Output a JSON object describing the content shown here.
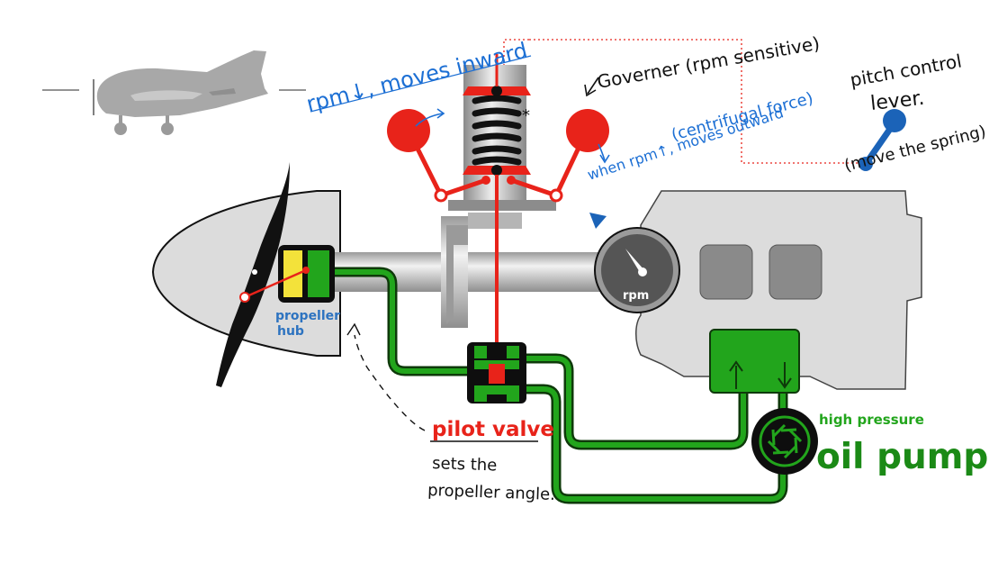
{
  "labels": {
    "propeller_hub_line1": "propeller",
    "propeller_hub_line2": "hub",
    "rpm_gauge": "rpm",
    "pilot_valve": "pilot valve",
    "pilot_valve_note_line1": "sets the",
    "pilot_valve_note_line2": "propeller angle.",
    "pump_line1": "high pressure",
    "pump_line2": "oil pump"
  },
  "annotations": {
    "rpm_down": "rpm↓, moves inward",
    "governor": "Governer (rpm sensitive)",
    "centrifugal": "(centrifugal force)",
    "rpm_up": "when rpm↑, moves outward",
    "pitch_lever_line1": "pitch control",
    "pitch_lever_line2": "lever.",
    "pitch_lever_line3": "(move the spring)",
    "asterisk": "*"
  },
  "colors": {
    "oil_green": "#22a51c",
    "oil_dark": "#0e5c0a",
    "governor_red": "#e8231a",
    "engine_gray": "#dcdcdc",
    "annotation_blue": "#1c6fd4",
    "lever_blue": "#1b63b8",
    "hub_blue": "#2d73c0",
    "hub_yellow": "#f3e23a"
  }
}
